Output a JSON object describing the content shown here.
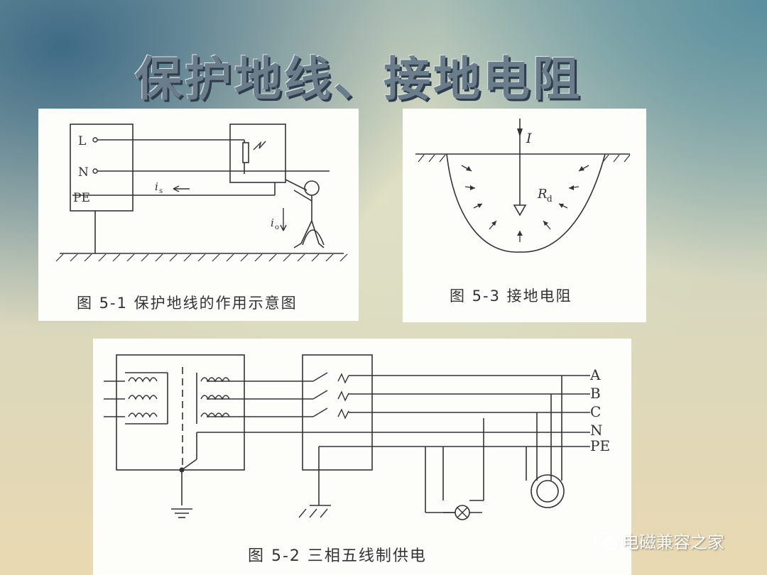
{
  "slide": {
    "title": "保护地线、接地电阻"
  },
  "fig_5_1": {
    "caption": "图 5-1   保护地线的作用示意图",
    "labels": {
      "L": "L",
      "N": "N",
      "PE": "PE",
      "is": "i",
      "is_sub": "s",
      "io": "i",
      "io_sub": "o"
    }
  },
  "fig_5_3": {
    "caption": "图 5-3    接地电阻",
    "labels": {
      "I": "I",
      "Rd": "R",
      "Rd_sub": "d"
    }
  },
  "fig_5_2": {
    "caption": "图 5-2    三相五线制供电",
    "lines": [
      "A",
      "B",
      "C",
      "N",
      "PE"
    ]
  },
  "watermark": {
    "text": "电磁兼容之家",
    "icon": "wechat-icon"
  }
}
